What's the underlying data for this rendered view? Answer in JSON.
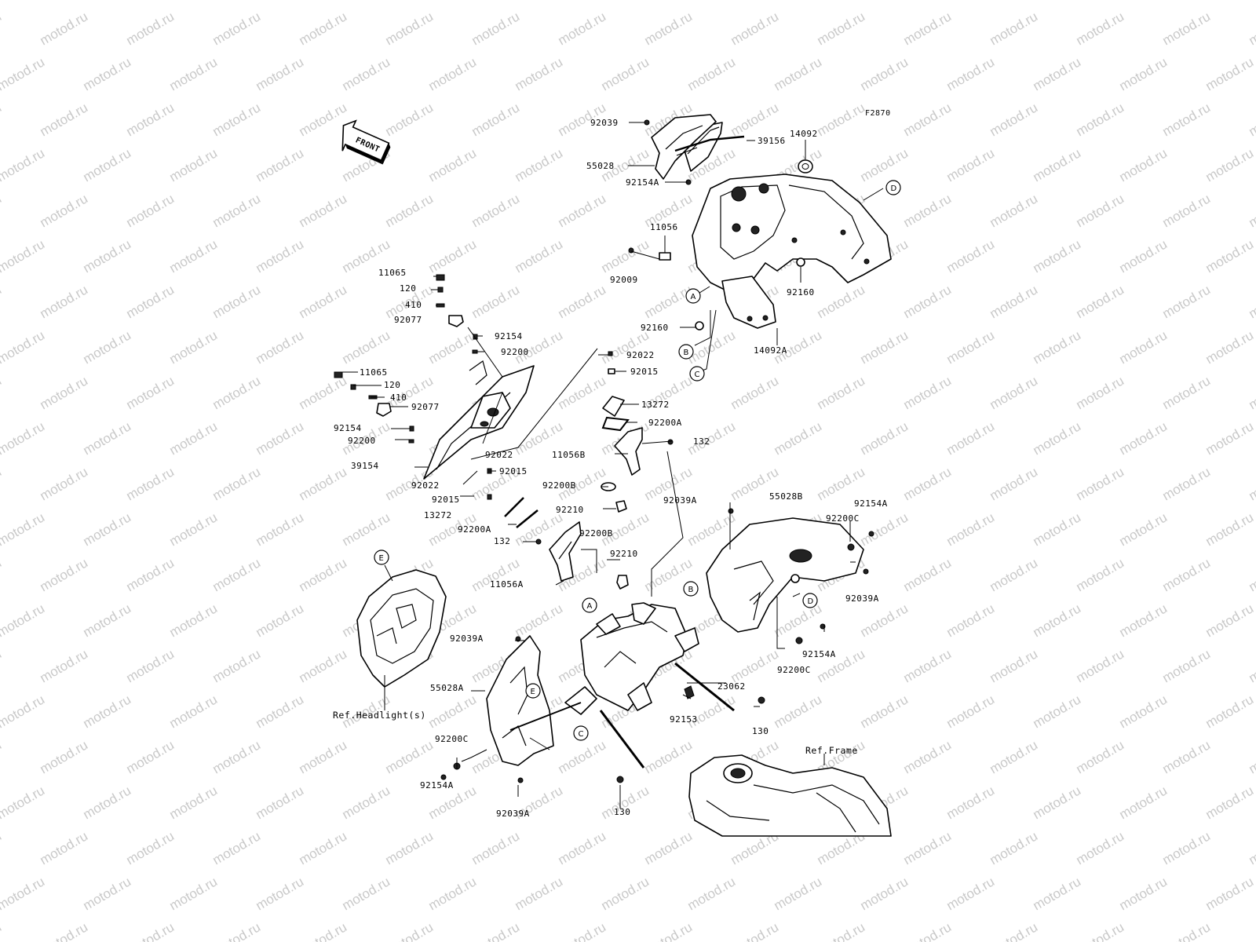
{
  "watermark": "motod.ru",
  "diagram_code": "F2870",
  "front_label": "FRONT",
  "callouts": [
    {
      "id": "c1",
      "text": "92039"
    },
    {
      "id": "c2",
      "text": "39156"
    },
    {
      "id": "c3",
      "text": "14092"
    },
    {
      "id": "c4",
      "text": "55028"
    },
    {
      "id": "c5",
      "text": "92154A"
    },
    {
      "id": "c6",
      "text": "11056"
    },
    {
      "id": "c7",
      "text": "92009"
    },
    {
      "id": "c8",
      "text": "92160"
    },
    {
      "id": "c9",
      "text": "92160"
    },
    {
      "id": "c10",
      "text": "14092A"
    },
    {
      "id": "c11",
      "text": "11065"
    },
    {
      "id": "c12",
      "text": "120"
    },
    {
      "id": "c13",
      "text": "410"
    },
    {
      "id": "c14",
      "text": "92077"
    },
    {
      "id": "c15",
      "text": "92154"
    },
    {
      "id": "c16",
      "text": "92200"
    },
    {
      "id": "c17",
      "text": "92022"
    },
    {
      "id": "c18",
      "text": "92015"
    },
    {
      "id": "c19",
      "text": "11065"
    },
    {
      "id": "c20",
      "text": "120"
    },
    {
      "id": "c21",
      "text": "410"
    },
    {
      "id": "c22",
      "text": "92077"
    },
    {
      "id": "c23",
      "text": "13272"
    },
    {
      "id": "c24",
      "text": "92200A"
    },
    {
      "id": "c25",
      "text": "92154"
    },
    {
      "id": "c26",
      "text": "92200"
    },
    {
      "id": "c27",
      "text": "132"
    },
    {
      "id": "c28",
      "text": "11056B"
    },
    {
      "id": "c29",
      "text": "92022"
    },
    {
      "id": "c30",
      "text": "39154"
    },
    {
      "id": "c31",
      "text": "92015"
    },
    {
      "id": "c32",
      "text": "92022"
    },
    {
      "id": "c33",
      "text": "92200B"
    },
    {
      "id": "c34",
      "text": "92015"
    },
    {
      "id": "c35",
      "text": "92210"
    },
    {
      "id": "c36",
      "text": "92039A"
    },
    {
      "id": "c37",
      "text": "55028B"
    },
    {
      "id": "c38",
      "text": "13272"
    },
    {
      "id": "c39",
      "text": "92154A"
    },
    {
      "id": "c40",
      "text": "92200A"
    },
    {
      "id": "c41",
      "text": "92200C"
    },
    {
      "id": "c42",
      "text": "92200B"
    },
    {
      "id": "c43",
      "text": "132"
    },
    {
      "id": "c44",
      "text": "92210"
    },
    {
      "id": "c45",
      "text": "11056A"
    },
    {
      "id": "c46",
      "text": "92039A"
    },
    {
      "id": "c47",
      "text": "92039A"
    },
    {
      "id": "c48",
      "text": "92154A"
    },
    {
      "id": "c49",
      "text": "92200C"
    },
    {
      "id": "c50",
      "text": "55028A"
    },
    {
      "id": "c51",
      "text": "23062"
    },
    {
      "id": "c52",
      "text": "92153"
    },
    {
      "id": "c53",
      "text": "130"
    },
    {
      "id": "c54",
      "text": "92200C"
    },
    {
      "id": "c55",
      "text": "92154A"
    },
    {
      "id": "c56",
      "text": "92039A"
    },
    {
      "id": "c57",
      "text": "130"
    }
  ],
  "refs": [
    {
      "id": "r1",
      "text": "Ref.Headlight(s)"
    },
    {
      "id": "r2",
      "text": "Ref.Frame"
    }
  ],
  "markers": [
    {
      "id": "mA1",
      "text": "A"
    },
    {
      "id": "mB1",
      "text": "B"
    },
    {
      "id": "mC1",
      "text": "C"
    },
    {
      "id": "mD1",
      "text": "D"
    },
    {
      "id": "mA2",
      "text": "A"
    },
    {
      "id": "mB2",
      "text": "B"
    },
    {
      "id": "mD2",
      "text": "D"
    },
    {
      "id": "mE1",
      "text": "E"
    },
    {
      "id": "mE2",
      "text": "E"
    },
    {
      "id": "mC2",
      "text": "C"
    }
  ]
}
